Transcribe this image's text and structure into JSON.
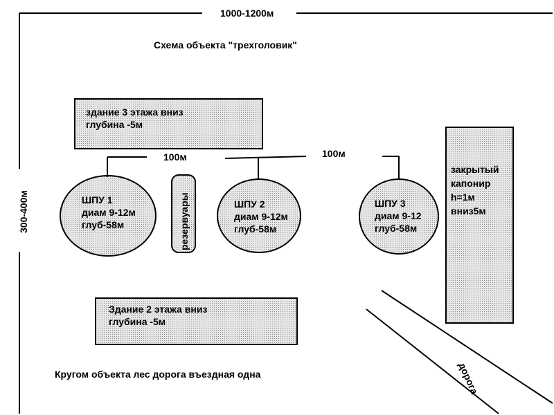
{
  "dimensions": {
    "width_label": "1000-1200м",
    "height_label": "300-400м",
    "gap1_label": "100м",
    "gap2_label": "100м"
  },
  "title": "Схема объекта \"трехголовик\"",
  "building3": {
    "line1": "здание 3 этажа вниз",
    "line2": "глубина -5м"
  },
  "building2": {
    "line1": "Здание 2 этажа вниз",
    "line2": "глубина -5м"
  },
  "silos": [
    {
      "name": "ШПУ 1",
      "diam": "диам 9-12м",
      "depth": "глуб-58м"
    },
    {
      "name": "ШПУ 2",
      "diam": "диам 9-12м",
      "depth": "глуб-58м"
    },
    {
      "name": "ШПУ 3",
      "diam": "диам 9-12",
      "depth": "глуб-58м"
    }
  ],
  "reservoirs": "резервуары",
  "caponier": {
    "line1": "закрытый",
    "line2": "капонир",
    "line3": "h=1м",
    "line4": "вниз5м"
  },
  "road_label": "дорога",
  "footer": "Кругом объекта лес дорога въездная одна",
  "colors": {
    "fill": "#e6e6e6",
    "stroke": "#000000",
    "dot": "#9a9a9a"
  }
}
